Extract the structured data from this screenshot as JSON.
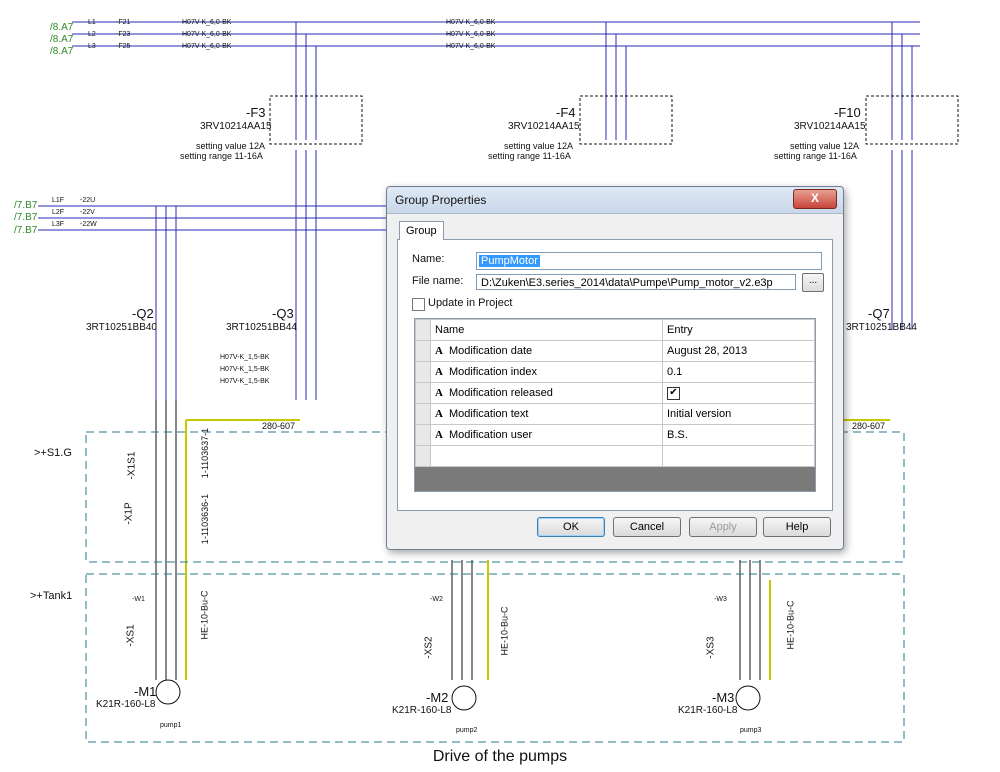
{
  "refs_top": [
    "/8.A7",
    "/8.A7",
    "/8.A7"
  ],
  "refs_mid": [
    "/7.B7",
    "/7.B7",
    "/7.B7"
  ],
  "top_bus_tags": [
    "L1",
    "L2",
    "L3"
  ],
  "top_bus_nodes": [
    "-F21",
    "-F23",
    "-F25"
  ],
  "mid_bus_tags": [
    "L1F",
    "L2F",
    "L3F"
  ],
  "mid_bus_nodes": [
    "-22U",
    "-22V",
    "-22W"
  ],
  "wire_spec": "H07V-K_6,0-BK",
  "wire_spec_small": "H07V-K_1,5-BK",
  "breakers": [
    {
      "id": "-F3",
      "type": "3RV10214AA15",
      "setting_value": "setting value 12A",
      "setting_range": "setting range 11-16A"
    },
    {
      "id": "-F4",
      "type": "3RV10214AA15",
      "setting_value": "setting value 12A",
      "setting_range": "setting range 11-16A"
    },
    {
      "id": "-F10",
      "type": "3RV10214AA15",
      "setting_value": "setting value 12A",
      "setting_range": "setting range 11-16A"
    }
  ],
  "contactors": [
    {
      "id": "-Q2",
      "type": "3RT10251BB40"
    },
    {
      "id": "-Q3",
      "type": "3RT10251BB44"
    },
    {
      "id": "-Q7",
      "type": "3RT10251BB44"
    }
  ],
  "locations": [
    ">+S1.G",
    ">+Tank1"
  ],
  "connectors": [
    "-X1S1",
    "-X1P",
    "-XS1",
    "-XS2",
    "-XS3"
  ],
  "connector_parts": [
    "1-1103637-1",
    "1-1103636-1"
  ],
  "cables": [
    "-W1",
    "-W2",
    "-W3"
  ],
  "cable_type": "HE-10-Bu-C",
  "pe_wire_code": "280-607",
  "motors": [
    {
      "id": "-M1",
      "type": "K21R-160-L8",
      "tag": "pump1"
    },
    {
      "id": "-M2",
      "type": "K21R-160-L8",
      "tag": "pump2"
    },
    {
      "id": "-M3",
      "type": "K21R-160-L8",
      "tag": "pump3"
    }
  ],
  "bottom_title": "Drive of the pumps",
  "dialog": {
    "title": "Group Properties",
    "close_label": "X",
    "tab": "Group",
    "name_label": "Name:",
    "name_value": "PumpMotor",
    "file_label": "File name:",
    "file_value": "D:\\Zuken\\E3.series_2014\\data\\Pumpe\\Pump_motor_v2.e3p",
    "browse_label": "...",
    "update_label": "Update in Project",
    "update_checked": false,
    "columns": [
      "Name",
      "Entry"
    ],
    "rows": [
      {
        "name": "Modification date",
        "entry": "August 28, 2013"
      },
      {
        "name": "Modification index",
        "entry": "0.1"
      },
      {
        "name": "Modification released",
        "entry": "✔"
      },
      {
        "name": "Modification text",
        "entry": "Initial version"
      },
      {
        "name": "Modification user",
        "entry": "B.S."
      }
    ],
    "buttons": {
      "ok": "OK",
      "cancel": "Cancel",
      "apply": "Apply",
      "help": "Help"
    }
  }
}
